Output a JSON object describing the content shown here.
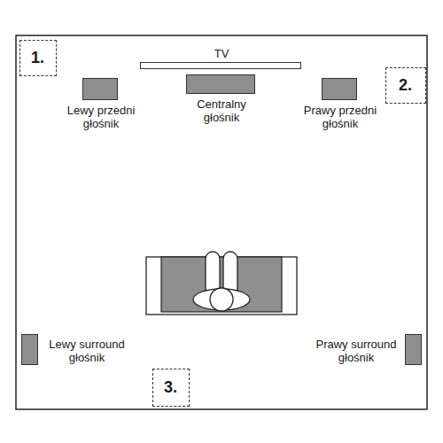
{
  "diagram": {
    "nodes": [
      {
        "text": [
          "1."
        ]
      },
      {
        "text": [
          "TV"
        ]
      },
      {
        "text": [
          "2."
        ]
      },
      {
        "text": [
          "Lewy przedni głośnik"
        ]
      },
      {
        "text": [
          "Centralny głośnik"
        ]
      },
      {
        "text": [
          "Prawy przedni głośnik"
        ]
      },
      {
        "text": [
          "Lewy surround głośnik"
        ]
      },
      {
        "text": [
          "Prawy surround głośnik"
        ]
      },
      {
        "text": [
          "3."
        ]
      }
    ]
  }
}
